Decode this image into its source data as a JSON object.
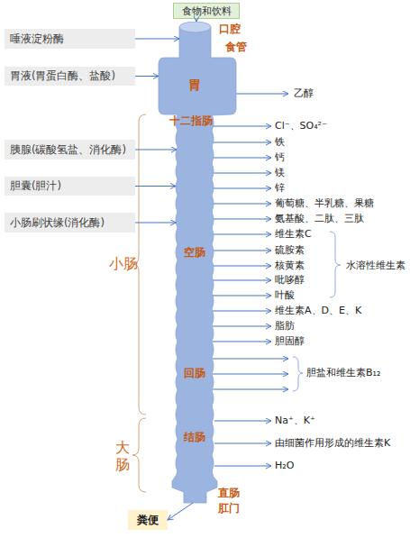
{
  "diagram": {
    "nodes": [
      {
        "text": [
          "食物和饮料"
        ]
      },
      {
        "text": [
          "唾液淀粉酶"
        ]
      },
      {
        "text": [
          "胃液(胃蛋白酶、盐酸)"
        ]
      },
      {
        "text": [
          "胰腺(碳酸氢盐、消化酶)"
        ]
      },
      {
        "text": [
          "胆囊(胆汁)"
        ]
      },
      {
        "text": [
          "小肠刷状缘(消化酶)"
        ]
      },
      {
        "text": [
          "口腔",
          "食管",
          "胃",
          "十二指肠",
          "空肠",
          "回肠",
          "结肠",
          "直肠",
          "肛门"
        ]
      },
      {
        "text": [
          "粪便"
        ]
      }
    ],
    "edges": [
      {
        "from": 0,
        "to": 6,
        "arrow": "to"
      },
      {
        "from": 1,
        "to": 6,
        "arrow": "to"
      },
      {
        "from": 2,
        "to": 6,
        "arrow": "to"
      },
      {
        "from": 3,
        "to": 6,
        "arrow": "to"
      },
      {
        "from": 4,
        "to": 6,
        "arrow": "to"
      },
      {
        "from": 5,
        "to": 6,
        "arrow": "to"
      },
      {
        "from": 6,
        "to": 7,
        "arrow": "to"
      }
    ],
    "labels": [
      "乙醇",
      "Cl⁻、SO₄²⁻",
      "铁",
      "钙",
      "镁",
      "锌",
      "葡萄糖、半乳糖、果糖",
      "氨基酸、二肽、三肽",
      "维生素C",
      "硫胺素",
      "核黄素",
      "吡哆醇",
      "叶酸",
      "水溶性维生素",
      "维生素A、D、E、K",
      "脂肪",
      "胆固醇",
      "胆盐和维生素B₁₂",
      "Na⁺、K⁺",
      "由细菌作用形成的维生素K",
      "H₂O",
      "小肠",
      "大肠"
    ]
  }
}
